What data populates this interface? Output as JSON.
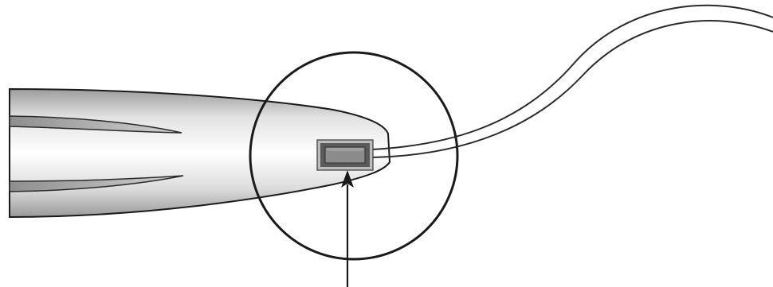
{
  "diagram": {
    "colors": {
      "background": "#ffffff",
      "outline": "#1a1a1a",
      "body_light": "#fbfbfb",
      "body_mid": "#d8d8d8",
      "body_dark": "#a8a8a8",
      "sensor_chip": "#8a8a8a",
      "sensor_frame": "#555555",
      "sensor_border": "#bcbcbc"
    },
    "components": [
      "probe-body",
      "probe-grooves",
      "sensor-chip",
      "lead-wires",
      "magnifier-circle",
      "pointer-arrow"
    ]
  }
}
